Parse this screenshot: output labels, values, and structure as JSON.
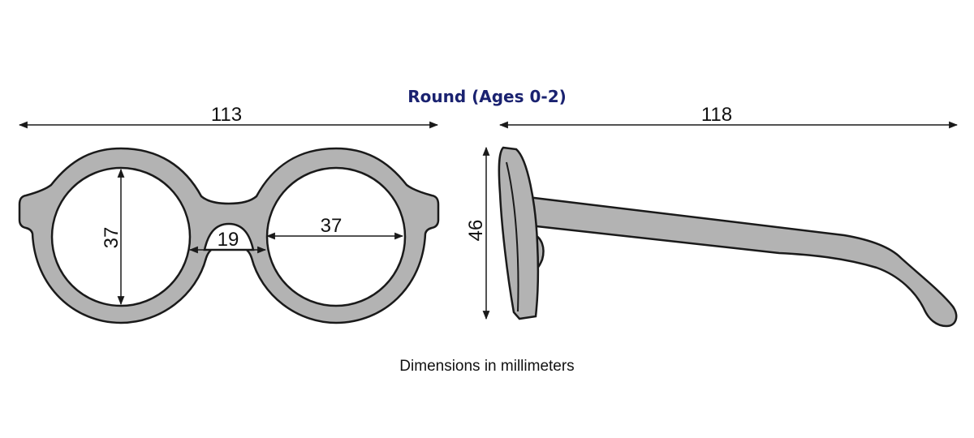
{
  "diagram": {
    "title": "Round (Ages 0-2)",
    "caption": "Dimensions in millimeters",
    "front_view": {
      "overall_width": "113",
      "lens_height": "37",
      "bridge_width": "19",
      "lens_width": "37"
    },
    "side_view": {
      "temple_length": "118",
      "frame_height": "46"
    }
  },
  "colors": {
    "title": "#1a2270",
    "frame_fill": "#b3b3b3",
    "outline": "#1a1a1a"
  }
}
